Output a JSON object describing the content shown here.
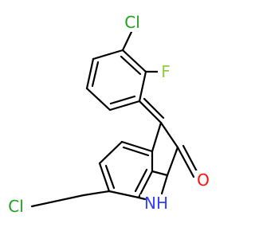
{
  "molecule": {
    "atom_labels": {
      "cl_top": "Cl",
      "f": "F",
      "cl_left": "Cl",
      "o": "O",
      "nh": "NH"
    },
    "colors": {
      "bond": "#000000",
      "chlorine": "#1fa01f",
      "fluorine": "#8fcc44",
      "oxygen": "#ff0d0d",
      "nitrogen": "#2f3fff"
    }
  }
}
